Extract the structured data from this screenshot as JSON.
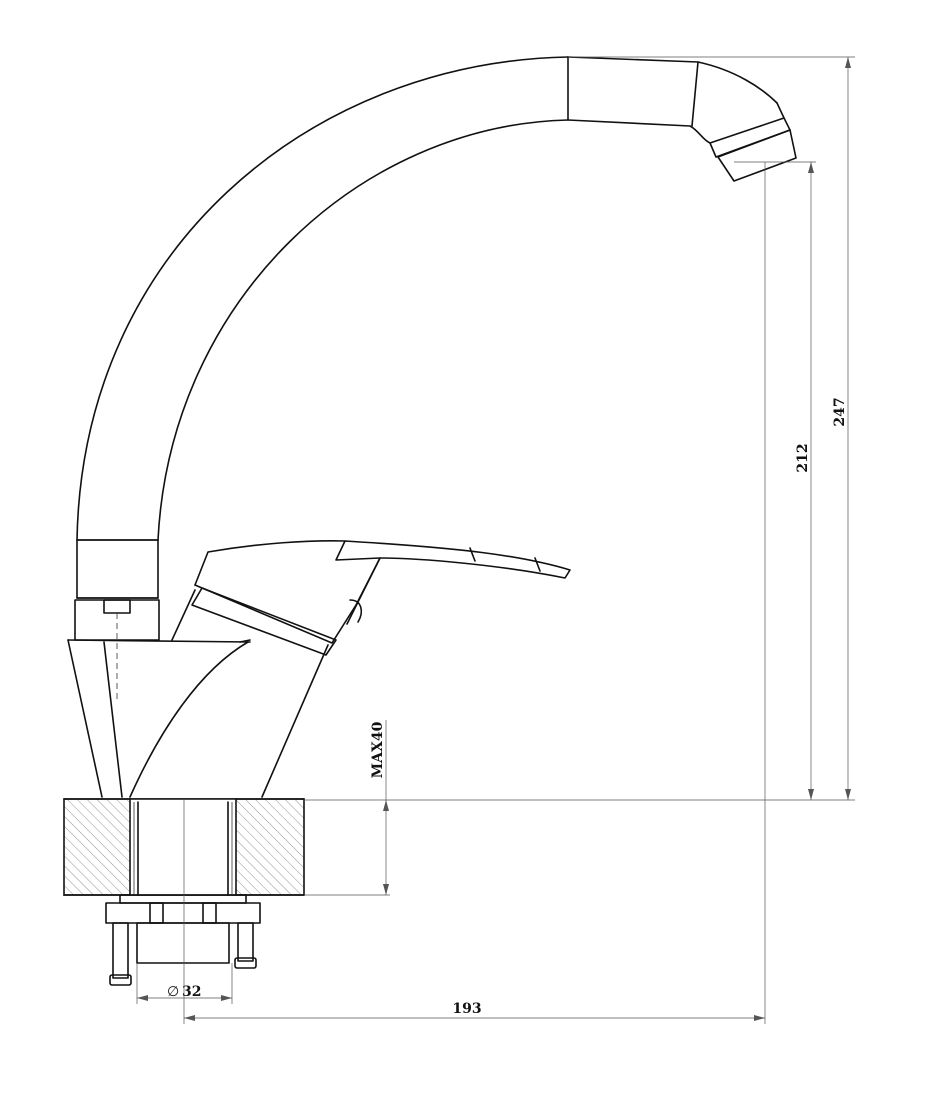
{
  "dimensions": {
    "total_height": "247",
    "spout_height": "212",
    "max_thickness": "MAX40",
    "hole_diameter_symbol": "∅",
    "hole_diameter": "32",
    "reach": "193"
  }
}
